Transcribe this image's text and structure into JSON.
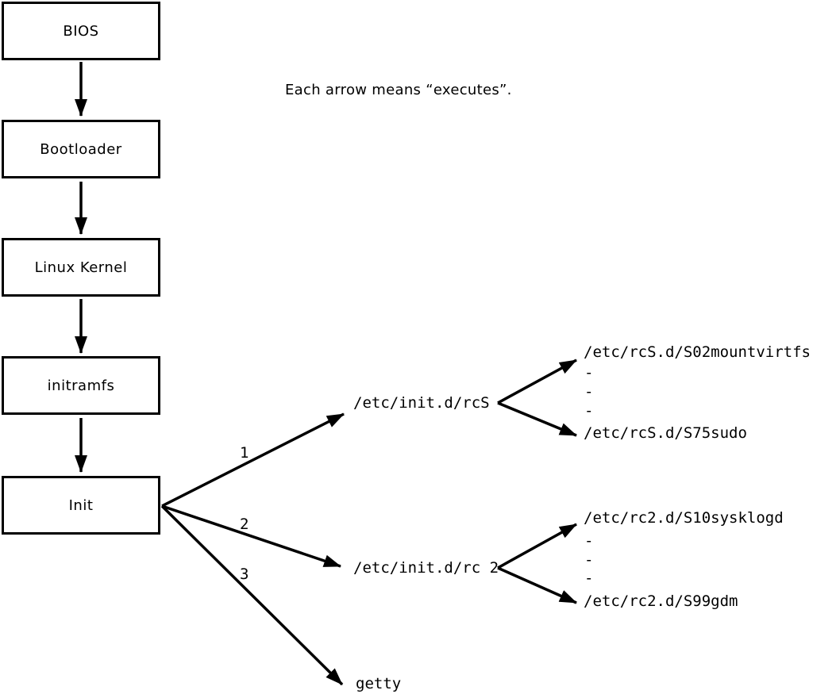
{
  "annotation": "Each arrow means “executes”.",
  "boot_chain": [
    {
      "label": "BIOS"
    },
    {
      "label": "Bootloader"
    },
    {
      "label": "Linux Kernel"
    },
    {
      "label": "initramfs"
    },
    {
      "label": "Init"
    }
  ],
  "init_branches": [
    {
      "order": "1",
      "target": "/etc/init.d/rcS"
    },
    {
      "order": "2",
      "target": "/etc/init.d/rc 2"
    },
    {
      "order": "3",
      "target": "getty"
    }
  ],
  "rcs_scripts": {
    "first": "/etc/rcS.d/S02mountvirtfs",
    "dots": [
      "-",
      "-",
      "-"
    ],
    "last": "/etc/rcS.d/S75sudo"
  },
  "rc2_scripts": {
    "first": "/etc/rc2.d/S10sysklogd",
    "dots": [
      "-",
      "-",
      "-"
    ],
    "last": "/etc/rc2.d/S99gdm"
  },
  "colors": {
    "ink": "#000000",
    "background": "#ffffff"
  }
}
